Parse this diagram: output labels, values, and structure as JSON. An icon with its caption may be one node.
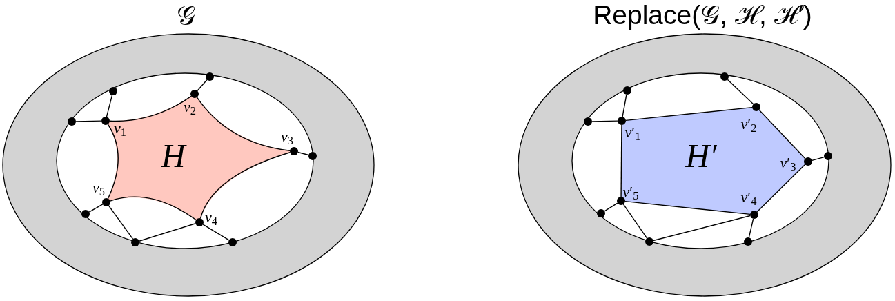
{
  "diagram": {
    "nodes": [
      {
        "text": [
          "𝒢"
        ]
      },
      {
        "text": [
          "H"
        ],
        "in": 0
      },
      {
        "text": [],
        "shape": "circle",
        "in": 0,
        "beside": [
          "*v*$_{1}$"
        ]
      },
      {
        "text": [],
        "shape": "circle",
        "in": 0,
        "beside": [
          "*v*$_{2}$"
        ]
      },
      {
        "text": [],
        "shape": "circle",
        "in": 0,
        "beside": [
          "*v*$_{3}$"
        ]
      },
      {
        "text": [],
        "shape": "circle",
        "in": 0,
        "beside": [
          "*v*$_{4}$"
        ]
      },
      {
        "text": [],
        "shape": "circle",
        "in": 0,
        "beside": [
          "*v*$_{5}$"
        ]
      },
      {
        "text": [],
        "shape": "circle",
        "in": 0
      },
      {
        "text": [],
        "shape": "circle",
        "in": 0
      },
      {
        "text": [],
        "shape": "circle",
        "in": 0
      },
      {
        "text": [],
        "shape": "circle",
        "in": 0
      },
      {
        "text": [],
        "shape": "circle",
        "in": 0
      },
      {
        "text": [],
        "shape": "circle",
        "in": 0
      },
      {
        "text": [],
        "shape": "circle",
        "in": 0
      },
      {
        "text": [
          "Replace(𝒢, ℋ, ℋ′)"
        ]
      },
      {
        "text": [
          "H′"
        ],
        "in": 14
      },
      {
        "text": [],
        "shape": "circle",
        "in": 14,
        "beside": [
          "*v*′$_{1}$"
        ]
      },
      {
        "text": [],
        "shape": "circle",
        "in": 14,
        "beside": [
          "*v*′$_{2}$"
        ]
      },
      {
        "text": [],
        "shape": "circle",
        "in": 14,
        "beside": [
          "*v*′$_{3}$"
        ]
      },
      {
        "text": [],
        "shape": "circle",
        "in": 14,
        "beside": [
          "*v*′$_{4}$"
        ]
      },
      {
        "text": [],
        "shape": "circle",
        "in": 14,
        "beside": [
          "*v*′$_{5}$"
        ]
      },
      {
        "text": [],
        "shape": "circle",
        "in": 14
      },
      {
        "text": [],
        "shape": "circle",
        "in": 14
      },
      {
        "text": [],
        "shape": "circle",
        "in": 14
      },
      {
        "text": [],
        "shape": "circle",
        "in": 14
      },
      {
        "text": [],
        "shape": "circle",
        "in": 14
      },
      {
        "text": [],
        "shape": "circle",
        "in": 14
      },
      {
        "text": [],
        "shape": "circle",
        "in": 14
      }
    ],
    "edges": [
      {
        "from": 2,
        "to": 3,
        "arrow": "none"
      },
      {
        "from": 3,
        "to": 4,
        "arrow": "none"
      },
      {
        "from": 4,
        "to": 5,
        "arrow": "none"
      },
      {
        "from": 5,
        "to": 6,
        "arrow": "none"
      },
      {
        "from": 6,
        "to": 2,
        "arrow": "none"
      },
      {
        "from": 7,
        "to": 3,
        "arrow": "none"
      },
      {
        "from": 8,
        "to": 2,
        "arrow": "none"
      },
      {
        "from": 9,
        "to": 2,
        "arrow": "none"
      },
      {
        "from": 4,
        "to": 10,
        "arrow": "none"
      },
      {
        "from": 6,
        "to": 11,
        "arrow": "none"
      },
      {
        "from": 6,
        "to": 12,
        "arrow": "none"
      },
      {
        "from": 12,
        "to": 5,
        "arrow": "none"
      },
      {
        "from": 5,
        "to": 13,
        "arrow": "none"
      },
      {
        "from": 16,
        "to": 17,
        "arrow": "none"
      },
      {
        "from": 17,
        "to": 18,
        "arrow": "none"
      },
      {
        "from": 18,
        "to": 19,
        "arrow": "none"
      },
      {
        "from": 19,
        "to": 20,
        "arrow": "none"
      },
      {
        "from": 20,
        "to": 16,
        "arrow": "none"
      },
      {
        "from": 21,
        "to": 17,
        "arrow": "none"
      },
      {
        "from": 22,
        "to": 16,
        "arrow": "none"
      },
      {
        "from": 23,
        "to": 16,
        "arrow": "none"
      },
      {
        "from": 18,
        "to": 24,
        "arrow": "none"
      },
      {
        "from": 20,
        "to": 25,
        "arrow": "none"
      },
      {
        "from": 20,
        "to": 26,
        "arrow": "none"
      },
      {
        "from": 26,
        "to": 19,
        "arrow": "none"
      },
      {
        "from": 19,
        "to": 27,
        "arrow": "none"
      }
    ]
  }
}
